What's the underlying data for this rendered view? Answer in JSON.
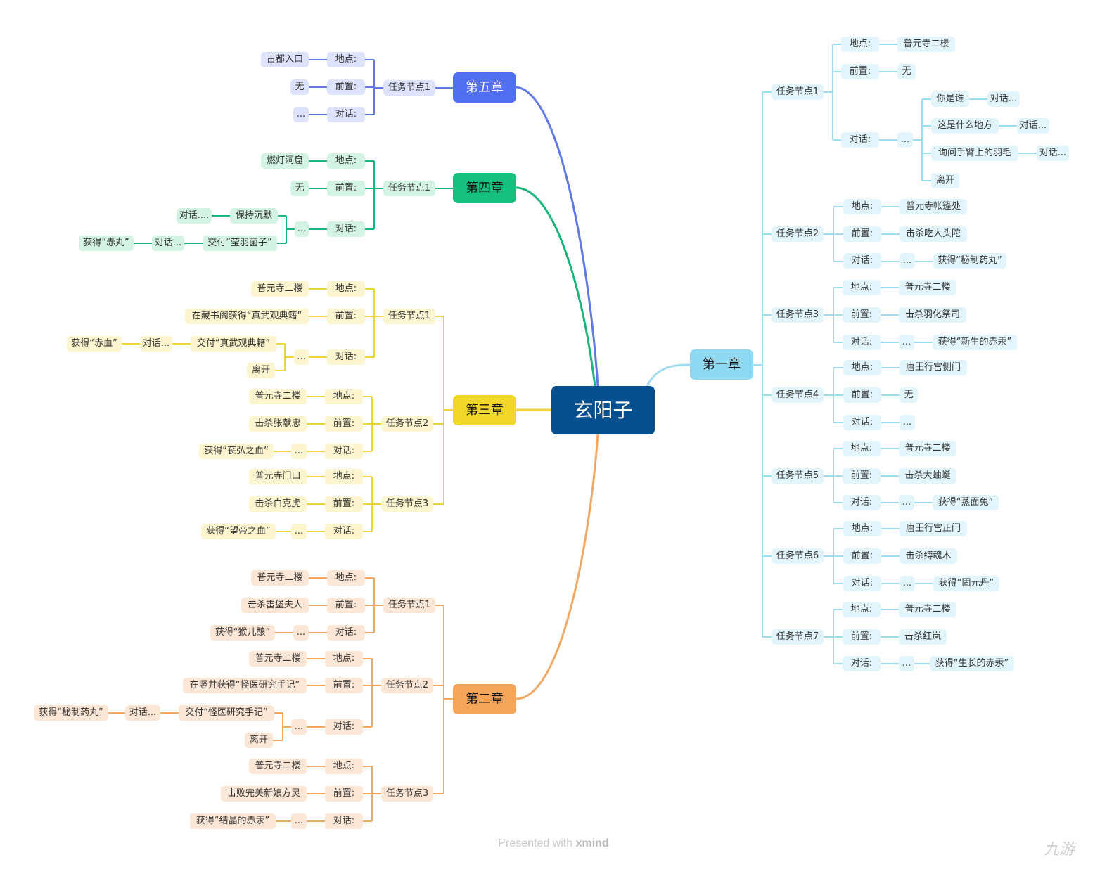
{
  "root": {
    "label": "玄阳子"
  },
  "chapters": {
    "c1": {
      "label": "第一章",
      "fill": "#8fdaf2",
      "light": "#e3f5fc",
      "line": "#9edcf0"
    },
    "c2": {
      "label": "第二章",
      "fill": "#f4a55a",
      "light": "#fce6d6",
      "line": "#f0a865"
    },
    "c3": {
      "label": "第三章",
      "fill": "#f2d72b",
      "light": "#fcf5cf",
      "line": "#eed33a"
    },
    "c4": {
      "label": "第四章",
      "fill": "#16c07f",
      "light": "#d3f3e5",
      "line": "#19b57a"
    },
    "c5": {
      "label": "第五章",
      "fill": "#4f6ef0",
      "light": "#dde3fc",
      "line": "#5f78e6"
    }
  },
  "c1": {
    "n1": {
      "label": "任务节点1",
      "loc": "地点:",
      "loc_v": "普元寺二楼",
      "pre": "前置:",
      "pre_v": "无",
      "dlg": "对话:",
      "dots": "...",
      "opts": [
        "你是谁",
        "这是什么地方",
        "询问手臂上的羽毛",
        "离开"
      ],
      "opt_d": [
        "对话...",
        "对话...",
        "对话..."
      ]
    },
    "n2": {
      "label": "任务节点2",
      "loc": "地点:",
      "loc_v": "普元寺帐篷处",
      "pre": "前置:",
      "pre_v": "击杀吃人头陀",
      "dlg": "对话:",
      "dots": "...",
      "get": "获得“秘制药丸”"
    },
    "n3": {
      "label": "任务节点3",
      "loc": "地点:",
      "loc_v": "普元寺二楼",
      "pre": "前置:",
      "pre_v": "击杀羽化祭司",
      "dlg": "对话:",
      "dots": "...",
      "get": "获得“新生的赤汞”"
    },
    "n4": {
      "label": "任务节点4",
      "loc": "地点:",
      "loc_v": "唐王行宫侧门",
      "pre": "前置:",
      "pre_v": "无",
      "dlg": "对话:",
      "dots": "..."
    },
    "n5": {
      "label": "任务节点5",
      "loc": "地点:",
      "loc_v": "普元寺二楼",
      "pre": "前置:",
      "pre_v": "击杀大蚰蜒",
      "dlg": "对话:",
      "dots": "...",
      "get": "获得“蒸面兔”"
    },
    "n6": {
      "label": "任务节点6",
      "loc": "地点:",
      "loc_v": "唐王行宫正门",
      "pre": "前置:",
      "pre_v": "击杀缚魂木",
      "dlg": "对话:",
      "dots": "...",
      "get": "获得“固元丹”"
    },
    "n7": {
      "label": "任务节点7",
      "loc": "地点:",
      "loc_v": "普元寺二楼",
      "pre": "前置:",
      "pre_v": "击杀红岚",
      "dlg": "对话:",
      "dots": "...",
      "get": "获得“生长的赤汞”"
    }
  },
  "c5": {
    "n1": {
      "label": "任务节点1",
      "loc": "地点:",
      "loc_v": "古都入口",
      "pre": "前置:",
      "pre_v": "无",
      "dlg": "对话:",
      "dots": "..."
    }
  },
  "c4": {
    "n1": {
      "label": "任务节点1",
      "loc": "地点:",
      "loc_v": "燃灯洞窟",
      "pre": "前置:",
      "pre_v": "无",
      "dlg": "对话:",
      "dots": "...",
      "a1": "保持沉默",
      "a1d": "对话....",
      "a2": "交付“莹羽菌子”",
      "a2d": "对话...",
      "a2g": "获得“赤丸”"
    }
  },
  "c3": {
    "n1": {
      "label": "任务节点1",
      "loc": "地点:",
      "loc_v": "普元寺二楼",
      "pre": "前置:",
      "pre_v": "在藏书阁获得“真武观典籍”",
      "dlg": "对话:",
      "dots": "...",
      "a1": "交付“真武观典籍”",
      "a1d": "对话...",
      "a1g": "获得“赤血”",
      "a2": "离开"
    },
    "n2": {
      "label": "任务节点2",
      "loc": "地点:",
      "loc_v": "普元寺二楼",
      "pre": "前置:",
      "pre_v": "击杀张献忠",
      "dlg": "对话:",
      "dots": "...",
      "get": "获得“苌弘之血”"
    },
    "n3": {
      "label": "任务节点3",
      "loc": "地点:",
      "loc_v": "普元寺门口",
      "pre": "前置:",
      "pre_v": "击杀白克虎",
      "dlg": "对话:",
      "dots": "...",
      "get": "获得“望帝之血”"
    }
  },
  "c2": {
    "n1": {
      "label": "任务节点1",
      "loc": "地点:",
      "loc_v": "普元寺二楼",
      "pre": "前置:",
      "pre_v": "击杀雷堡夫人",
      "dlg": "对话:",
      "dots": "...",
      "get": "获得“猴儿酿”"
    },
    "n2": {
      "label": "任务节点2",
      "loc": "地点:",
      "loc_v": "普元寺二楼",
      "pre": "前置:",
      "pre_v": "在竖井获得“怪医研究手记”",
      "dlg": "对话:",
      "dots": "...",
      "a1": "交付“怪医研究手记”",
      "a1d": "对话...",
      "a1g": "获得“秘制药丸”",
      "a2": "离开"
    },
    "n3": {
      "label": "任务节点3",
      "loc": "地点:",
      "loc_v": "普元寺二楼",
      "pre": "前置:",
      "pre_v": "击败完美新娘方灵",
      "dlg": "对话:",
      "dots": "...",
      "get": "获得“结晶的赤汞”"
    }
  },
  "footer": {
    "prefix": "Presented with ",
    "brand": "xmind"
  },
  "watermark": "九游"
}
